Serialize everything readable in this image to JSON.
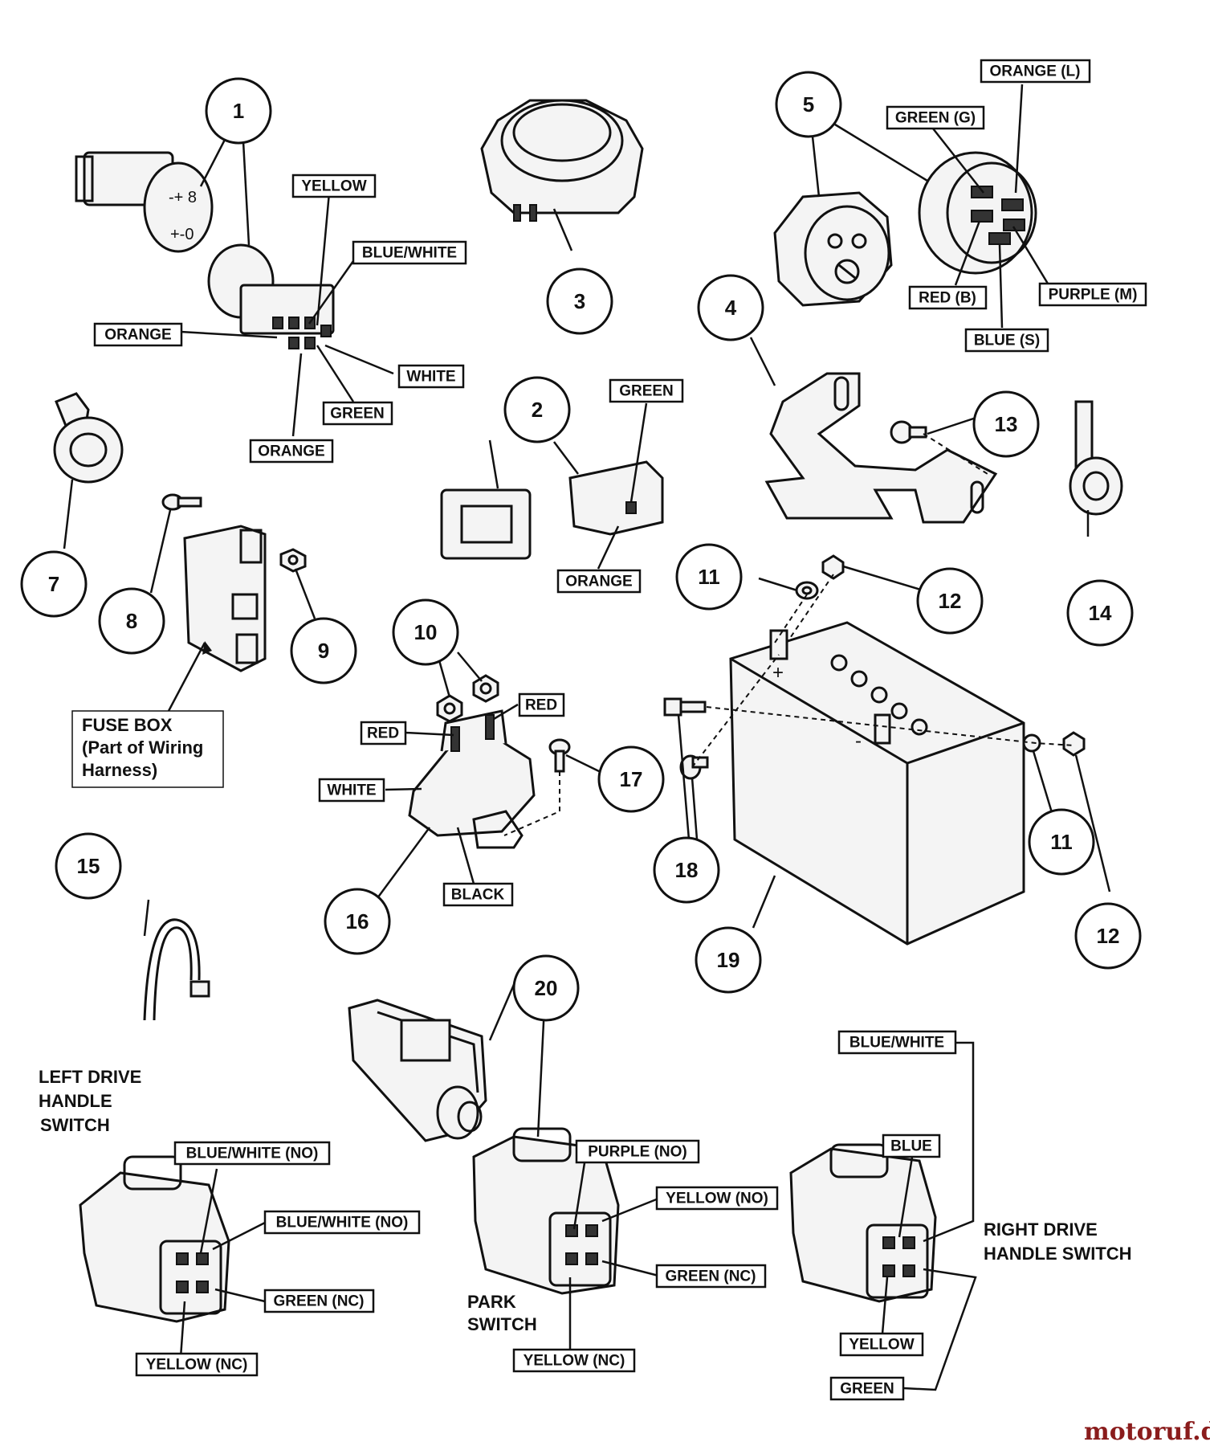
{
  "callouts": [
    "1",
    "2",
    "3",
    "4",
    "5",
    "7",
    "8",
    "9",
    "10",
    "11",
    "12",
    "13",
    "14",
    "15",
    "16",
    "17",
    "18",
    "19",
    "20"
  ],
  "wire_labels": {
    "yellow": "YELLOW",
    "blue_white": "BLUE/WHITE",
    "orange": "ORANGE",
    "white": "WHITE",
    "green": "GREEN",
    "orange_l": "ORANGE (L)",
    "green_g": "GREEN (G)",
    "red_b": "RED (B)",
    "purple_m": "PURPLE (M)",
    "blue_s": "BLUE (S)",
    "red": "RED",
    "black": "BLACK",
    "blue_white_no": "BLUE/WHITE (NO)",
    "green_nc": "GREEN (NC)",
    "yellow_nc": "YELLOW (NC)",
    "purple_no": "PURPLE (NO)",
    "yellow_no": "YELLOW (NO)",
    "blue": "BLUE"
  },
  "notes": {
    "fuse_box_1": "FUSE BOX",
    "fuse_box_2": "(Part of Wiring",
    "fuse_box_3": "Harness)",
    "left_switch_1": "LEFT DRIVE",
    "left_switch_2": "HANDLE",
    "left_switch_3": "SWITCH",
    "right_switch_1": "RIGHT DRIVE",
    "right_switch_2": "HANDLE SWITCH",
    "park_switch_1": "PARK",
    "park_switch_2": "SWITCH"
  },
  "watermark": "motoruf.de"
}
